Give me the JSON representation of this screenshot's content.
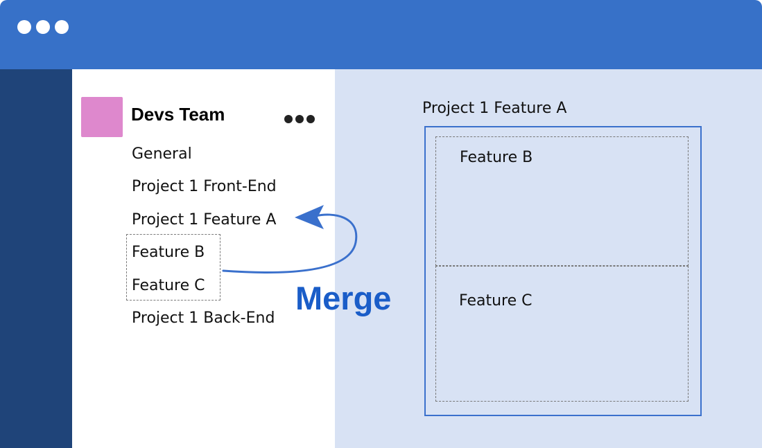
{
  "window": {
    "controls": [
      "dot",
      "dot",
      "dot"
    ]
  },
  "team": {
    "name": "Devs Team",
    "avatar_color": "#de88cd",
    "more_icon": "more-horizontal-icon"
  },
  "channels": [
    "General",
    "Project 1 Front-End",
    "Project 1 Feature A",
    "Feature B",
    "Feature C",
    "Project 1 Back-End"
  ],
  "merge": {
    "label": "Merge",
    "color": "#1a5dc8"
  },
  "target": {
    "title": "Project 1 Feature A",
    "subchannels": [
      "Feature B",
      "Feature C"
    ]
  },
  "colors": {
    "titlebar": "#3771c8",
    "rail": "#1f4479",
    "content": "#d8e2f4",
    "frame": "#3a70cc"
  }
}
